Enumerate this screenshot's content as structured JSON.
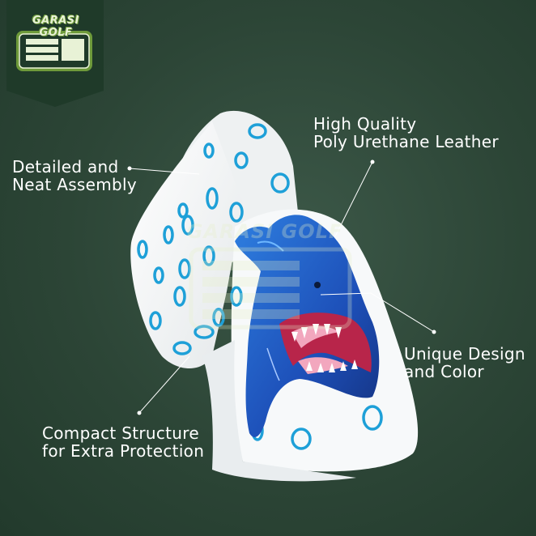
{
  "brand": {
    "name": "GARASI GOLF"
  },
  "watermark": {
    "text": "GARASI GOLF"
  },
  "callouts": {
    "quality": {
      "line1": "High Quality",
      "line2": "Poly Urethane Leather"
    },
    "assembly": {
      "line1": "Detailed and",
      "line2": "Neat Assembly"
    },
    "design": {
      "line1": "Unique Design",
      "line2": "and Color"
    },
    "structure": {
      "line1": "Compact Structure",
      "line2": "for Extra Protection"
    }
  },
  "colors": {
    "background": "#2c4536",
    "badge": "#1f3a29",
    "accent": "#6e9a3a",
    "cover": "#f5f7f8",
    "dots": "#1ea0d8",
    "shark": "#1f5fc4"
  }
}
